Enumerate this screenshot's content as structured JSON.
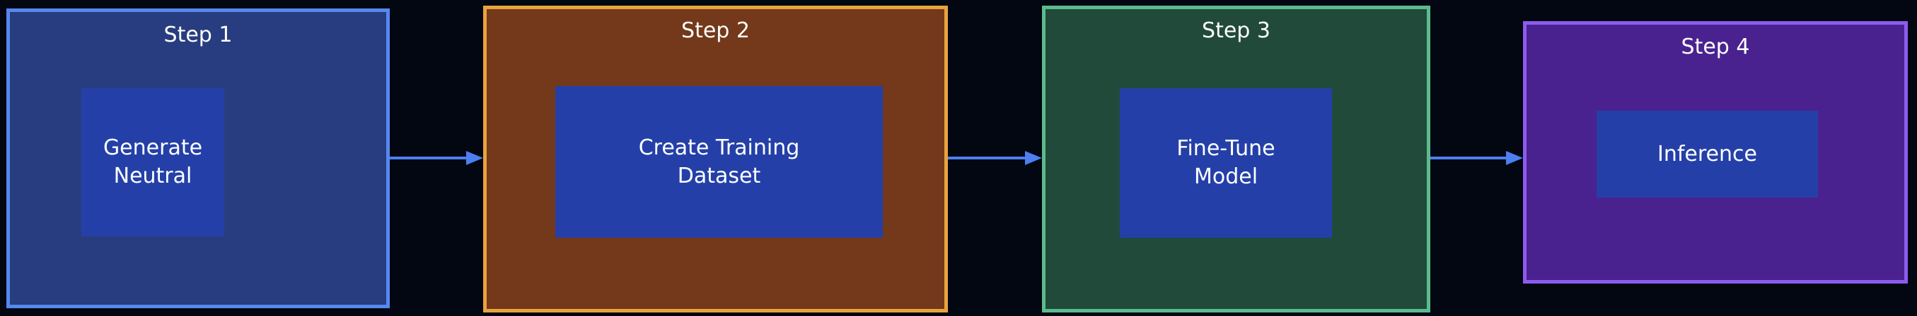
{
  "diagram": {
    "background_color": "#030711",
    "arrow_color": "#4d7ff0",
    "inner_box_color": "#2440a8",
    "inner_text_color": "#ffffff",
    "steps": [
      {
        "title": "Step 1",
        "task": "Generate\nNeutral",
        "fill_color": "#283d7f",
        "border_color": "#5588f0"
      },
      {
        "title": "Step 2",
        "task": "Create Training\nDataset",
        "fill_color": "#73391a",
        "border_color": "#e9a33e"
      },
      {
        "title": "Step 3",
        "task": "Fine-Tune\nModel",
        "fill_color": "#214a3b",
        "border_color": "#5cbb8e"
      },
      {
        "title": "Step 4",
        "task": "Inference",
        "fill_color": "#4a228f",
        "border_color": "#8c5cf0"
      }
    ],
    "connectors": [
      {
        "from": "Step 1",
        "to": "Step 2",
        "label": ""
      },
      {
        "from": "Step 2",
        "to": "Step 3",
        "label": ""
      },
      {
        "from": "Step 3",
        "to": "Step 4",
        "label": ""
      }
    ]
  }
}
